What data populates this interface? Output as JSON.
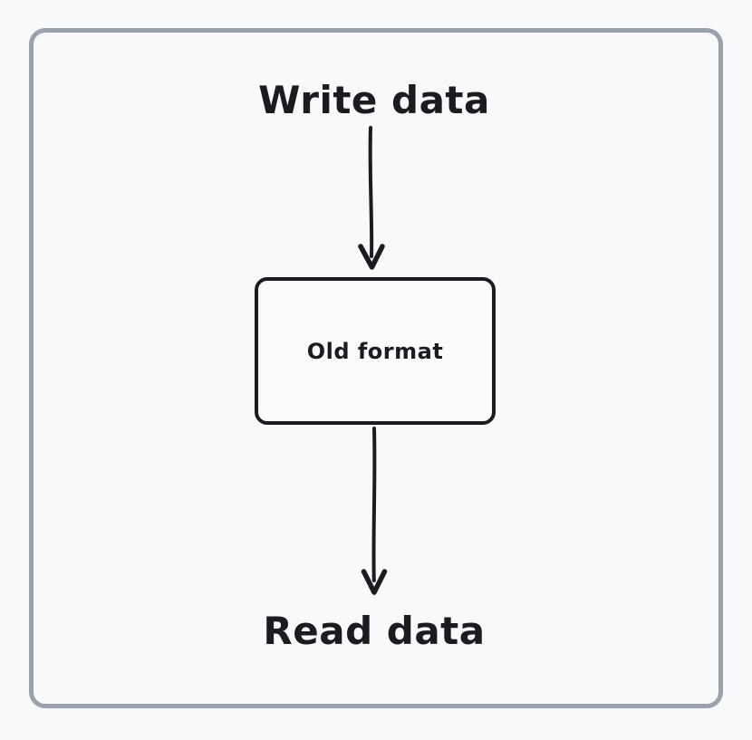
{
  "colors": {
    "bg": "#f8f9fb",
    "frame": "#9aa2ad",
    "ink": "#1b1c20",
    "box_fill": "#fafbfd"
  },
  "diagram": {
    "top_label": "Write data",
    "box_label": "Old format",
    "bottom_label": "Read data"
  }
}
